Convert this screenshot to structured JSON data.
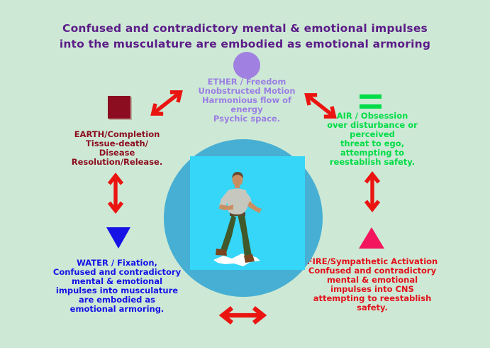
{
  "title": {
    "line1": "Confused and contradictory mental & emotional impulses",
    "line2": "into the musculature are embodied as emotional armoring"
  },
  "elements": {
    "ether": {
      "icon": "circle-icon",
      "color": "#A080E0",
      "text_color": "#9B7EE4",
      "lines": [
        "ETHER / Freedom",
        "Unobstructed Motion",
        "Harmonious flow of",
        "energy",
        "Psychic space."
      ]
    },
    "earth": {
      "icon": "square-icon",
      "color": "#8C0D1F",
      "text_color": "#8C0D1F",
      "lines": [
        "EARTH/Completion",
        "Tissue-death/",
        "Disease",
        "Resolution/Release."
      ]
    },
    "air": {
      "icon": "equals-icon",
      "color": "#00DC46",
      "text_color": "#00DC46",
      "lines": [
        "AIR / Obsession",
        "over disturbance or",
        "perceived",
        "threat to ego,",
        "attempting to",
        "reestablish safety."
      ]
    },
    "water": {
      "icon": "triangle-down-icon",
      "color": "#1612E6",
      "text_color": "#1612E6",
      "lines": [
        "WATER / Fixation,",
        "Confused and contradictory",
        "mental & emotional",
        "impulses into musculature",
        "are embodied as",
        "emotional armoring."
      ]
    },
    "fire": {
      "icon": "triangle-up-icon",
      "color": "#F3155D",
      "text_color": "#E3111B",
      "lines": [
        "FIRE/Sympathetic Activation",
        "Confused and contradictory",
        "mental & emotional",
        "impulses into CNS",
        "attempting to reestablish",
        "safety."
      ]
    }
  },
  "center": {
    "outer_circle_color": "#47AFD3",
    "inner_square_color": "#35D6F8",
    "figure": "3d-human-figure"
  },
  "arrows": {
    "color": "#EA1411",
    "style": "double-headed",
    "items": [
      {
        "name": "arrow-earth-ether",
        "orientation": "diagonal-ne"
      },
      {
        "name": "arrow-ether-air",
        "orientation": "diagonal-se"
      },
      {
        "name": "arrow-earth-water",
        "orientation": "vertical"
      },
      {
        "name": "arrow-air-fire",
        "orientation": "vertical"
      },
      {
        "name": "arrow-water-fire",
        "orientation": "horizontal"
      }
    ]
  },
  "background_color": "#CDE9D5",
  "title_color": "#5B1C87"
}
